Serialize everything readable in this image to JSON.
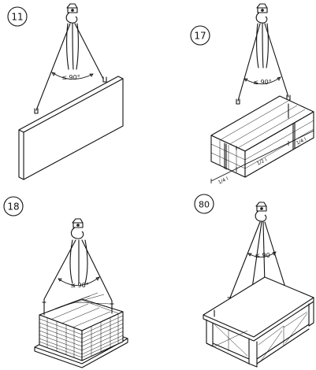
{
  "panels": [
    {
      "id": "11",
      "angle": "≤ 90°"
    },
    {
      "id": "17",
      "angle": "≤ 90°",
      "dims": [
        "1/4 l",
        "1/2 l",
        "1/4 l"
      ]
    },
    {
      "id": "18",
      "angle": "≤ 90°"
    },
    {
      "id": "80",
      "angle": "≤ 90"
    }
  ]
}
